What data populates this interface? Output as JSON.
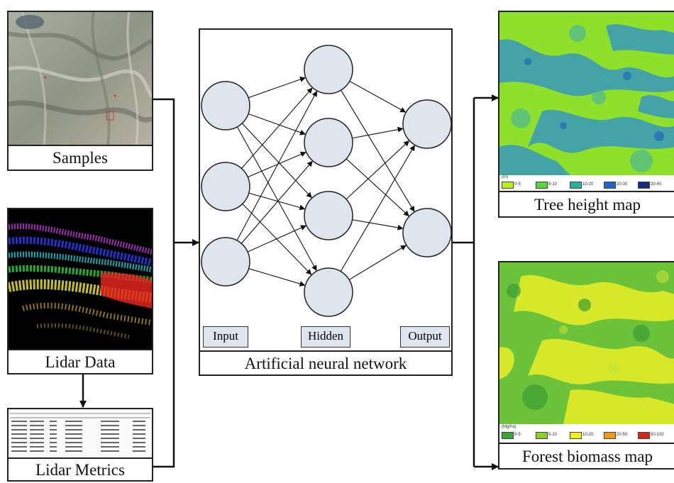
{
  "samples": {
    "caption": "Samples"
  },
  "lidar_data": {
    "caption": "Lidar Data"
  },
  "lidar_metrics": {
    "caption": "Lidar Metrics"
  },
  "ann": {
    "caption": "Artificial neural network",
    "input_label": "Input",
    "hidden_label": "Hidden",
    "output_label": "Output",
    "node_fill": "#dfe5ee"
  },
  "tree_height_map": {
    "caption": "Tree height map",
    "legend_unit": "(m)",
    "legend": [
      {
        "label": "0-5",
        "color": "#b6f21a"
      },
      {
        "label": "5-10",
        "color": "#59d63a"
      },
      {
        "label": "10-20",
        "color": "#22b3a0"
      },
      {
        "label": "20-30",
        "color": "#1e63c9"
      },
      {
        "label": "30-40",
        "color": "#1a2a86"
      }
    ]
  },
  "forest_biomass_map": {
    "caption": "Forest biomass map",
    "legend_unit": "(Mg/ha)",
    "legend": [
      {
        "label": "0-5",
        "color": "#39a535"
      },
      {
        "label": "5-10",
        "color": "#8ccf2c"
      },
      {
        "label": "10-20",
        "color": "#f2ef1a"
      },
      {
        "label": "20-50",
        "color": "#f09a1c"
      },
      {
        "label": "50-100",
        "color": "#d8251c"
      }
    ]
  },
  "colors": {
    "tree_map_base": "#8fe02a",
    "tree_map_blue": "#2a8fd0",
    "biomass_base": "#6cc33a",
    "biomass_yellow": "#e9ef27"
  }
}
